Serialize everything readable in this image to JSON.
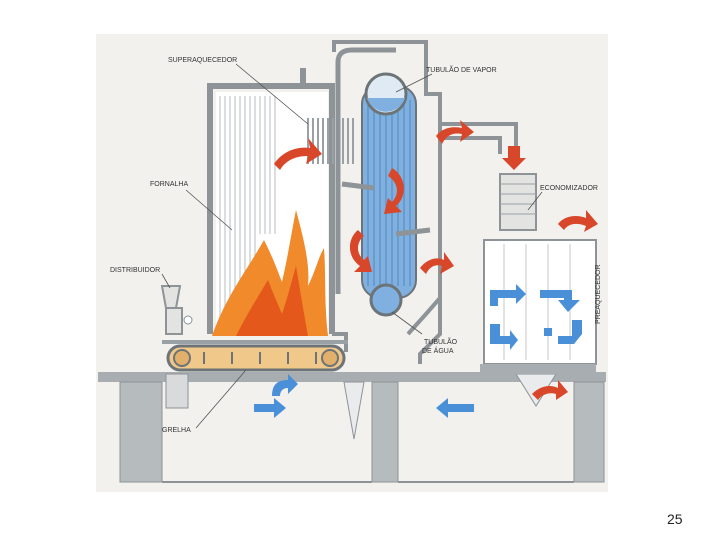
{
  "slide": {
    "page_number": "25"
  },
  "diagram": {
    "labels": {
      "superheater": "SUPERAQUECEDOR",
      "steam_drum": "TUBULÃO DE VAPOR",
      "furnace": "FORNALHA",
      "economizer": "ECONOMIZADOR",
      "distributor": "DISTRIBUIDOR",
      "air_preheater": "PREAQUECEDOR",
      "water_drum_line1": "TUBULÃO",
      "water_drum_line2": "DE ÁGUA",
      "grate": "GRELHA"
    },
    "colors": {
      "background": "#ffffff",
      "paper": "#f2f1ee",
      "water": "#7fb0e0",
      "flame_outer": "#f08a2a",
      "flame_inner": "#e4581c",
      "hot_gas_arrow": "#d9472b",
      "air_arrow": "#4a90d9",
      "grate_belt": "#f0c98a",
      "structure": "#9aa1a6",
      "ground": "#a7adb1"
    }
  }
}
